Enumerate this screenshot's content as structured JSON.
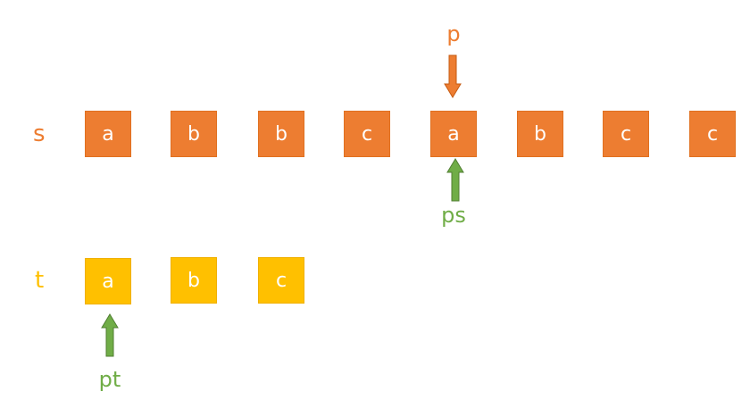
{
  "colors": {
    "s_fill": "#ed7d31",
    "t_fill": "#ffc000",
    "green": "#70ad47",
    "arrow_orange": "#ed7d31",
    "white_text": "#ffffff"
  },
  "rows": {
    "s": {
      "label": "s",
      "cells": [
        "a",
        "b",
        "b",
        "c",
        "a",
        "b",
        "c",
        "c"
      ]
    },
    "t": {
      "label": "t",
      "cells": [
        "a",
        "b",
        "c"
      ]
    }
  },
  "pointers": {
    "p": {
      "label": "p",
      "row": "s",
      "index": 4,
      "direction": "down",
      "color": "#ed7d31"
    },
    "ps": {
      "label": "ps",
      "row": "s",
      "index": 4,
      "direction": "up",
      "color": "#70ad47"
    },
    "pt": {
      "label": "pt",
      "row": "t",
      "index": 0,
      "direction": "up",
      "color": "#70ad47"
    }
  }
}
